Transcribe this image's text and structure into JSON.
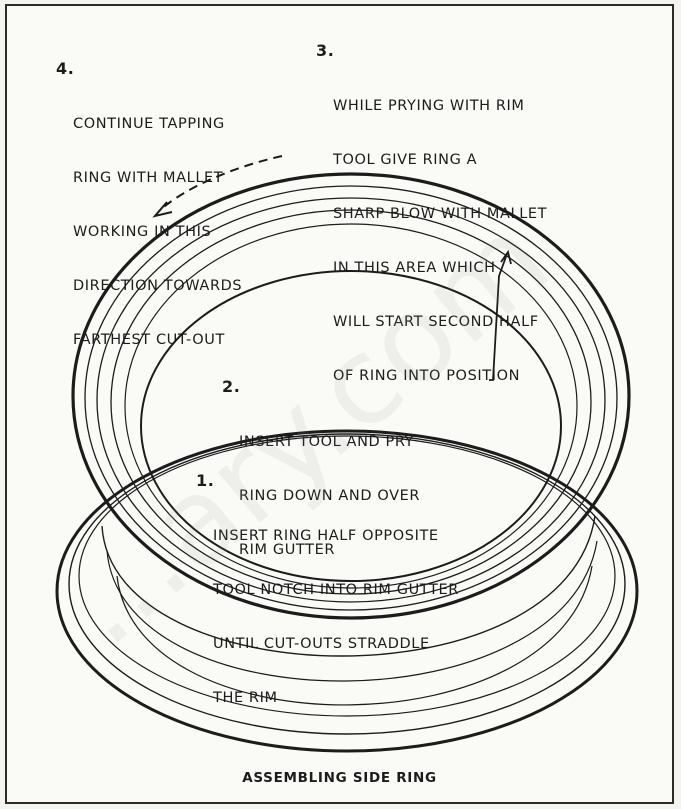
{
  "steps": [
    {
      "id": "4",
      "number": "4.",
      "lines": [
        "CONTINUE TAPPING",
        "RING WITH MALLET",
        "WORKING IN THIS",
        "DIRECTION TOWARDS",
        "FARTHEST CUT-OUT"
      ]
    },
    {
      "id": "3",
      "number": "3.",
      "lines": [
        "WHILE PRYING WITH RIM",
        "TOOL GIVE RING A",
        "SHARP BLOW WITH MALLET",
        "IN THIS AREA WHICH",
        "WILL START SECOND HALF",
        "OF RING INTO POSITION"
      ]
    },
    {
      "id": "2",
      "number": "2.",
      "lines": [
        "INSERT TOOL AND PRY",
        "RING DOWN AND OVER",
        "RIM GUTTER"
      ]
    },
    {
      "id": "1",
      "number": "1.",
      "lines": [
        "INSERT RING HALF OPPOSITE",
        "TOOL NOTCH INTO RIM GUTTER",
        "UNTIL CUT-OUTS STRADDLE",
        "THE RIM"
      ]
    }
  ],
  "caption": "ASSEMBLING SIDE RING",
  "watermark": "...ary.com",
  "colors": {
    "ink": "#1c1c1c",
    "paper": "#fafaf7",
    "border": "#2a2a2a"
  }
}
